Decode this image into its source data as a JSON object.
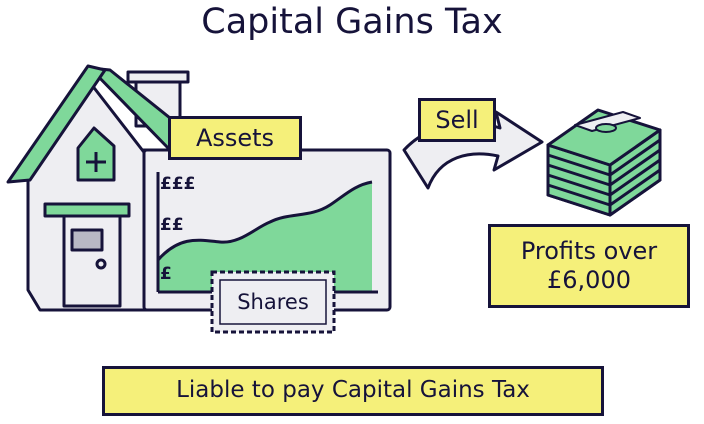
{
  "title": "Capital Gains Tax",
  "labels": {
    "assets": "Assets",
    "sell": "Sell",
    "profits_line1": "Profits over",
    "profits_line2": "£6,000",
    "shares": "Shares",
    "liable": "Liable to pay Capital Gains Tax"
  },
  "chart": {
    "tick_labels": [
      "£££",
      "££",
      "£"
    ]
  },
  "colors": {
    "ink": "#16133a",
    "label_fill": "#f5f07a",
    "green": "#7fd89a",
    "house_wall": "#eeeef2",
    "house_shadow": "#b8b8c4",
    "roof_side": "#c9c9d4"
  },
  "icons": {
    "house": "house-icon",
    "arrow": "curved-arrow-icon",
    "money": "money-stack-icon",
    "stamp": "stamp-icon"
  }
}
